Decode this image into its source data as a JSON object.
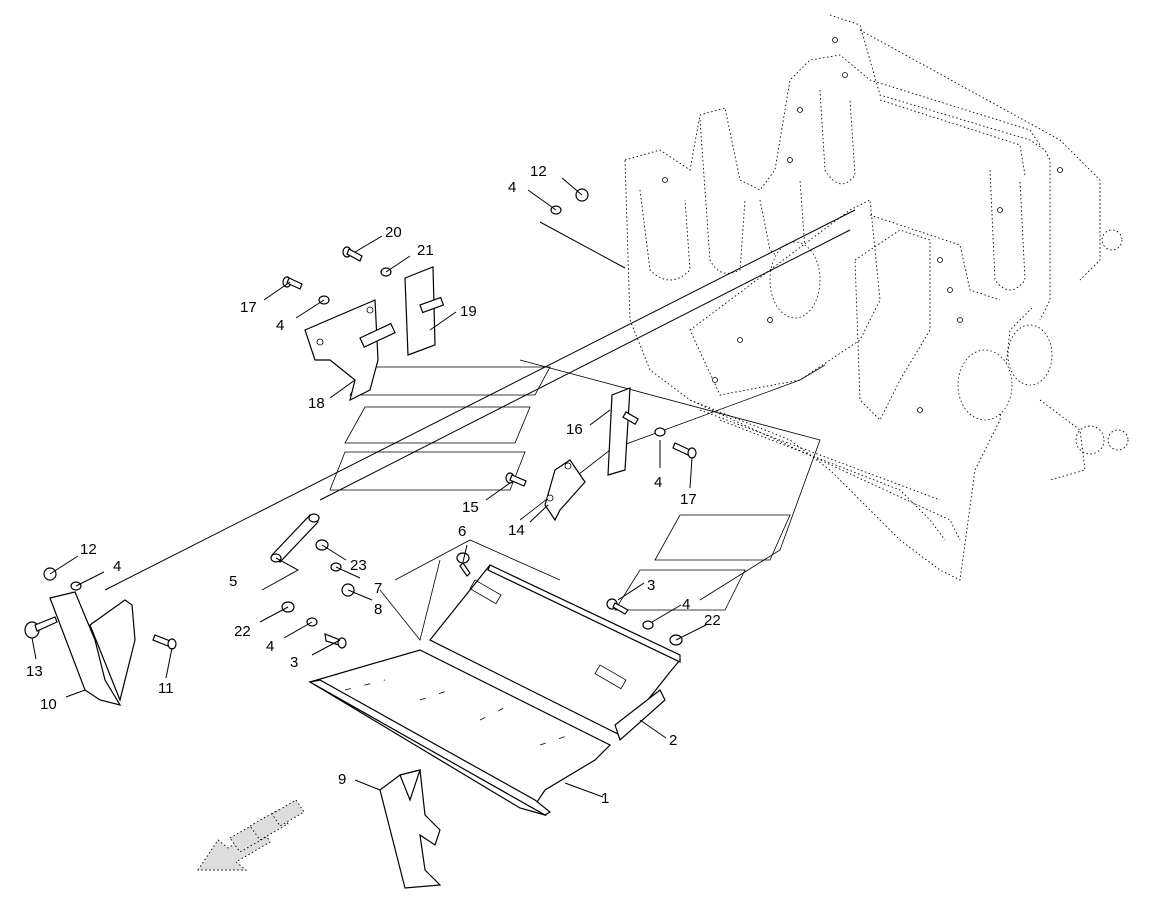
{
  "callouts": [
    {
      "id": "c1",
      "text": "1"
    },
    {
      "id": "c2",
      "text": "2"
    },
    {
      "id": "c3a",
      "text": "3"
    },
    {
      "id": "c3b",
      "text": "3"
    },
    {
      "id": "c4a",
      "text": "4"
    },
    {
      "id": "c4b",
      "text": "4"
    },
    {
      "id": "c4c",
      "text": "4"
    },
    {
      "id": "c4d",
      "text": "4"
    },
    {
      "id": "c4e",
      "text": "4"
    },
    {
      "id": "c4f",
      "text": "4"
    },
    {
      "id": "c5",
      "text": "5"
    },
    {
      "id": "c6",
      "text": "6"
    },
    {
      "id": "c7",
      "text": "7"
    },
    {
      "id": "c8",
      "text": "8"
    },
    {
      "id": "c9",
      "text": "9"
    },
    {
      "id": "c10",
      "text": "10"
    },
    {
      "id": "c11",
      "text": "11"
    },
    {
      "id": "c12a",
      "text": "12"
    },
    {
      "id": "c12b",
      "text": "12"
    },
    {
      "id": "c13",
      "text": "13"
    },
    {
      "id": "c14",
      "text": "14"
    },
    {
      "id": "c15",
      "text": "15"
    },
    {
      "id": "c16",
      "text": "16"
    },
    {
      "id": "c17a",
      "text": "17"
    },
    {
      "id": "c17b",
      "text": "17"
    },
    {
      "id": "c18",
      "text": "18"
    },
    {
      "id": "c19",
      "text": "19"
    },
    {
      "id": "c20",
      "text": "20"
    },
    {
      "id": "c21",
      "text": "21"
    },
    {
      "id": "c22a",
      "text": "22"
    },
    {
      "id": "c22b",
      "text": "22"
    },
    {
      "id": "c23",
      "text": "23"
    }
  ]
}
